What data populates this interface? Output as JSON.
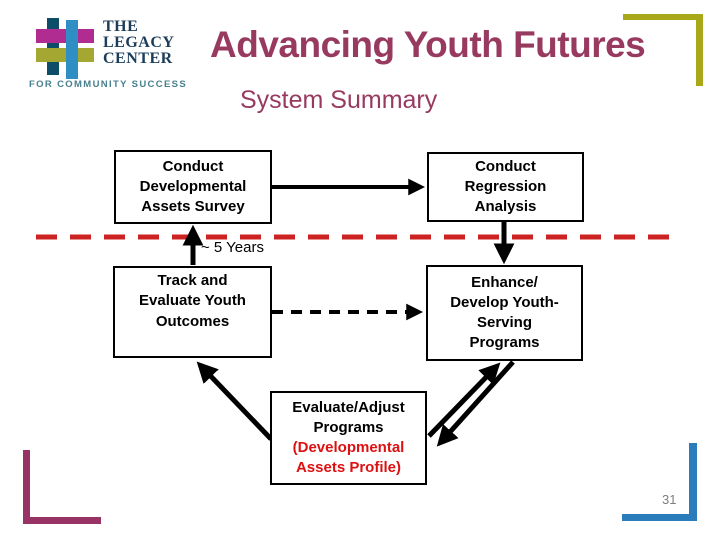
{
  "slide": {
    "title": "Advancing Youth Futures",
    "subtitle": "System Summary",
    "page_number": "31"
  },
  "logo": {
    "name_line1": "THE",
    "name_line2": "LEGACY",
    "name_line3": "CENTER",
    "tagline": "FOR COMMUNITY SUCCESS"
  },
  "diagram": {
    "boxes": {
      "survey": "Conduct\nDevelopmental\nAssets Survey",
      "regression": "Conduct\nRegression\nAnalysis",
      "track": "Track and\nEvaluate Youth\nOutcomes",
      "enhance": "Enhance/\nDevelop Youth-\nServing\nPrograms",
      "evaluate_main": "Evaluate/Adjust\nPrograms",
      "evaluate_sub": "(Developmental\nAssets Profile)"
    },
    "cycle_label": "~ 5 Years",
    "connections": [
      {
        "from": "Conduct Developmental Assets Survey",
        "to": "Conduct Regression Analysis",
        "style": "solid-arrow"
      },
      {
        "from": "Conduct Regression Analysis",
        "to": "Enhance/Develop Youth-Serving Programs",
        "style": "solid-arrow"
      },
      {
        "from": "Track and Evaluate Youth Outcomes",
        "to": "Conduct Developmental Assets Survey",
        "style": "solid-arrow",
        "label": "~ 5 Years"
      },
      {
        "from": "Track and Evaluate Youth Outcomes",
        "to": "Enhance/Develop Youth-Serving Programs",
        "style": "dashed-arrow"
      },
      {
        "from": "Evaluate/Adjust Programs",
        "to": "Track and Evaluate Youth Outcomes",
        "style": "solid-arrow"
      },
      {
        "from": "Evaluate/Adjust Programs",
        "to": "Enhance/Develop Youth-Serving Programs",
        "style": "solid-arrow"
      },
      {
        "from": "Enhance/Develop Youth-Serving Programs",
        "to": "Evaluate/Adjust Programs",
        "style": "solid-arrow"
      }
    ],
    "divider": {
      "description": "red dashed horizontal cycle line",
      "color": "#CC2222"
    }
  },
  "colors": {
    "title_text": "#983A60",
    "red_dash": "#CC2222",
    "red_text": "#DD1111",
    "connector": "#000000",
    "corner_olive": "#A8A818",
    "corner_magenta": "#993366",
    "corner_blue": "#2B7CBA",
    "logo_teal_bar": "#0E4D68",
    "logo_blue_bar": "#2F8FC4",
    "logo_magenta_bar": "#B02C90",
    "logo_olive_bar": "#A4A832",
    "logo_name_text": "#1C3D5A",
    "logo_tagline_text": "#47808F",
    "page_number_text": "#7F7F7F"
  }
}
